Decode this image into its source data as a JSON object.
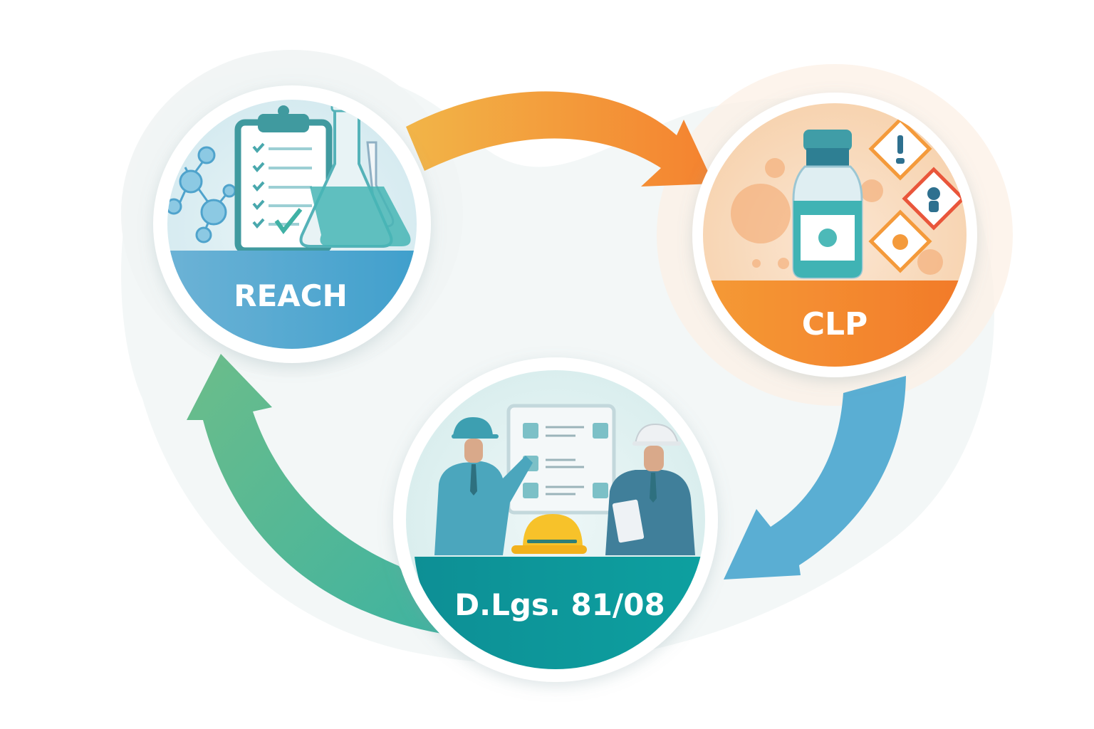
{
  "diagram": {
    "type": "cycle",
    "nodes": [
      {
        "id": "reach",
        "label": "REACH",
        "theme": "blue",
        "illustration": "clipboard-checklist-flask-molecule"
      },
      {
        "id": "clp",
        "label": "CLP",
        "theme": "orange",
        "illustration": "bottle-hazard-pictograms"
      },
      {
        "id": "dlgs",
        "label": "D.Lgs. 81/08",
        "theme": "teal",
        "illustration": "workers-hardhat-checklist"
      }
    ],
    "edges": [
      {
        "from": "reach",
        "to": "clp",
        "color": "orange"
      },
      {
        "from": "clp",
        "to": "dlgs",
        "color": "blue"
      },
      {
        "from": "dlgs",
        "to": "reach",
        "color": "green"
      }
    ]
  },
  "colors": {
    "reach_band": "#4fa6cf",
    "clp_band": "#f58a2c",
    "dlgs_band": "#0a9797",
    "arrow_orange_start": "#f2b548",
    "arrow_orange_end": "#f4822f",
    "arrow_blue": "#5aaed3",
    "arrow_green_start": "#6cbd8a",
    "arrow_green_end": "#3fb3a0",
    "background_wash": "#eef4f4"
  }
}
